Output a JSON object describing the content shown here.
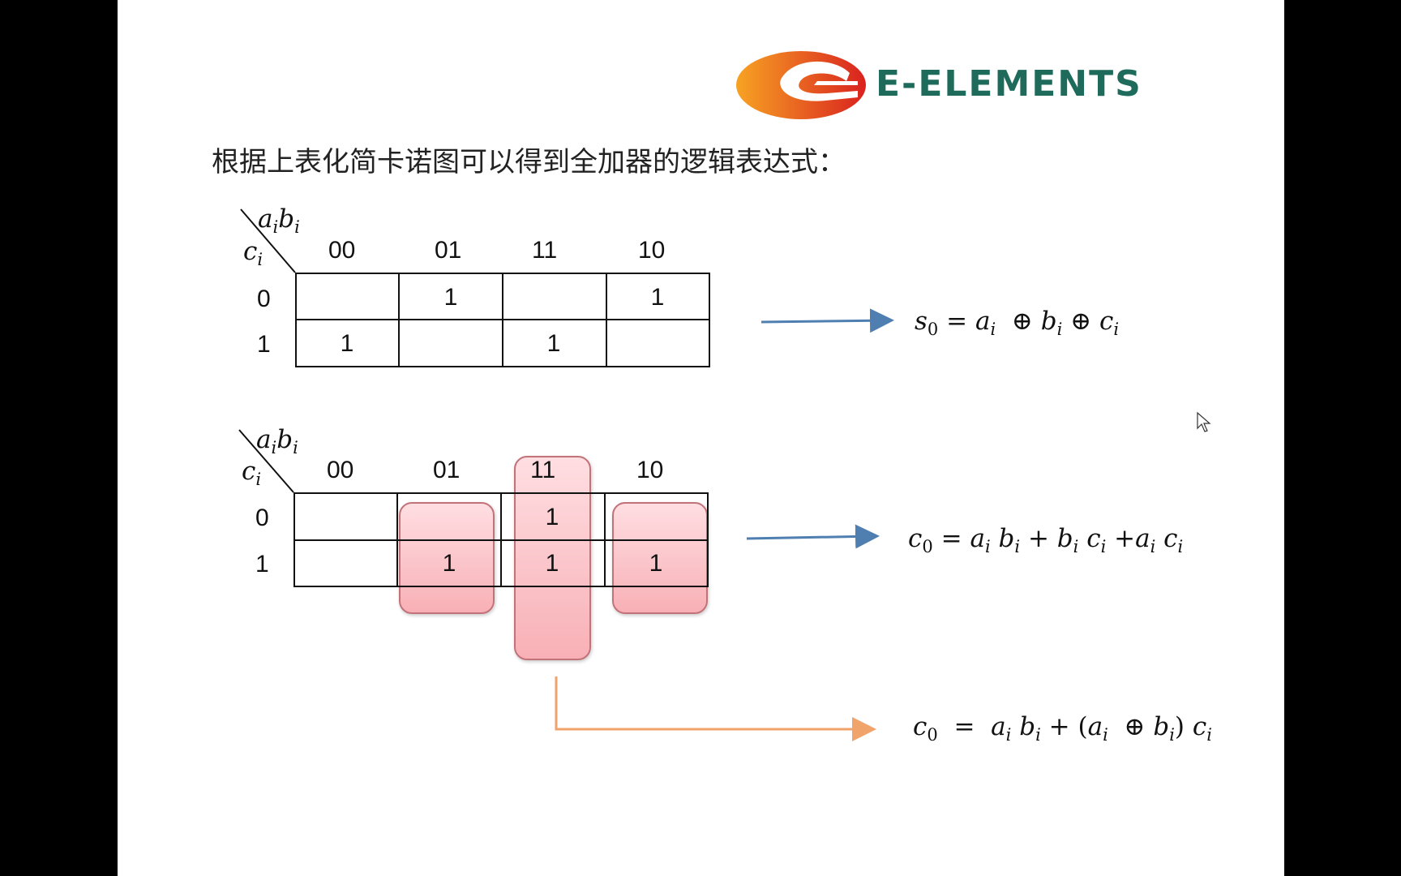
{
  "logo": {
    "text": "E-ELEMENTS",
    "colors": {
      "orange": "#f08a1c",
      "red": "#d9221f",
      "teal": "#1e6b5c"
    }
  },
  "heading": "根据上表化简卡诺图可以得到全加器的逻辑表达式：",
  "kmap1": {
    "corner_top": "aibi",
    "corner_left": "ci",
    "columns": [
      "00",
      "01",
      "11",
      "10"
    ],
    "rows": [
      "0",
      "1"
    ],
    "cells": [
      [
        "",
        "1",
        "",
        "1"
      ],
      [
        "1",
        "",
        "1",
        ""
      ]
    ]
  },
  "kmap2": {
    "corner_top": "aibi",
    "corner_left": "ci",
    "columns": [
      "00",
      "01",
      "11",
      "10"
    ],
    "rows": [
      "0",
      "1"
    ],
    "cells": [
      [
        "",
        "",
        "1",
        ""
      ],
      [
        "",
        "1",
        "1",
        "1"
      ]
    ]
  },
  "formulas": {
    "s0": "s0 = ai ⊕ bi ⊕ ci",
    "c0_sum": "c0 = ai bi + bi ci +ai ci",
    "c0_xor": "c0 = ai bi + (ai ⊕ bi) ci"
  },
  "colors": {
    "arrow_blue": "#4f7fb0",
    "arrow_orange": "#f0a36a",
    "group_fill": "#f7a3aa"
  },
  "icons": [
    "cursor-icon",
    "arrow-right-icon"
  ]
}
